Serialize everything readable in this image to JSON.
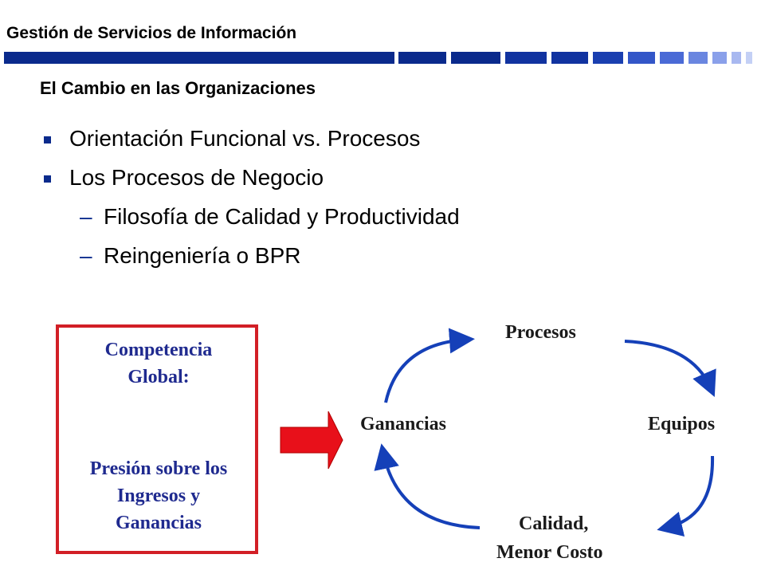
{
  "header": {
    "title": "Gestión de Servicios de Información"
  },
  "subtitle": "El Cambio en las Organizaciones",
  "bullets": [
    "Orientación Funcional vs. Procesos",
    "Los Procesos de Negocio"
  ],
  "subbullets": [
    "Filosofía de Calidad y Productividad",
    "Reingeniería o BPR"
  ],
  "box": {
    "line1": "Competencia",
    "line2": "Global:",
    "line3": "Presión sobre los",
    "line4": "Ingresos y",
    "line5": "Ganancias"
  },
  "cycle": {
    "top": "Procesos",
    "right": "Equipos",
    "bottom1": "Calidad,",
    "bottom2": "Menor Costo",
    "left": "Ganancias"
  },
  "colors": {
    "accent": "#0a2a8c",
    "arrow": "#1540b8",
    "red": "#e8101a",
    "box_text": "#1f2a8f"
  }
}
